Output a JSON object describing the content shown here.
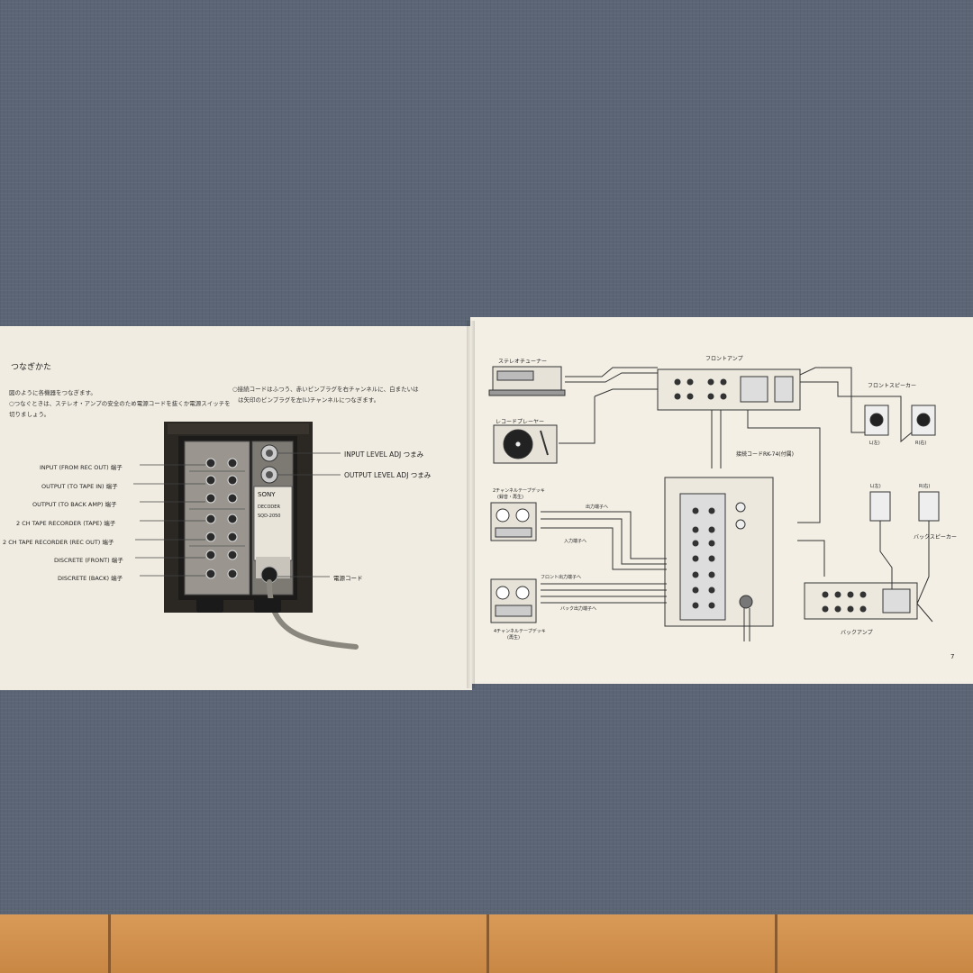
{
  "left_page": {
    "title": "つなぎかた",
    "intro_lines": [
      "図のように各機器をつなぎます。",
      "○つなぐときは、ステレオ・アンプの安全のため電源コードを抜くか電源スイッチを",
      "切りましょう。"
    ],
    "note_lines": [
      "○接続コードはふつう、赤いピンプラグを右チャンネルに、白またいは",
      "は矢印のピンプラグを左(L)チャンネルにつなぎます。"
    ],
    "device": {
      "brand": "SONY",
      "model": "SQD-2050",
      "name": "DECODER"
    },
    "left_labels": [
      "INPUT (FROM REC OUT) 端子",
      "OUTPUT (TO TAPE IN) 端子",
      "OUTPUT (TO BACK AMP) 端子",
      "2 CH TAPE RECORDER (TAPE) 端子",
      "2 CH TAPE RECORDER (REC OUT) 端子",
      "DISCRETE (FRONT) 端子",
      "DISCRETE (BACK) 端子"
    ],
    "right_labels": {
      "input_level": "INPUT LEVEL ADJ つまみ",
      "output_level": "OUTPUT LEVEL ADJ つまみ",
      "power_cord": "電源コード"
    }
  },
  "right_page": {
    "stereo_tuner": "ステレオチューナー",
    "front_amp": "フロントアンプ",
    "front_speakers": "フロントスピーカー",
    "speaker_l": "L(左)",
    "speaker_r": "R(右)",
    "record_player": "レコードプレーヤー",
    "connection_cord": "接続コードRK-74(付属)",
    "tape_deck_2ch": "2チャンネルテープデッキ",
    "tape_deck_2ch_sub": "(録音・再生)",
    "output_terminal": "出力端子へ",
    "input_terminal": "入力端子へ",
    "front_output": "フロント出力端子へ",
    "back_output": "バック出力端子へ",
    "tape_deck_4ch": "4チャンネルテープデッキ",
    "tape_deck_4ch_sub": "(再生)",
    "back_speakers": "バックスピーカー",
    "back_l": "L(左)",
    "back_r": "R(右)",
    "back_amp": "バックアンプ",
    "page_number": "7"
  }
}
